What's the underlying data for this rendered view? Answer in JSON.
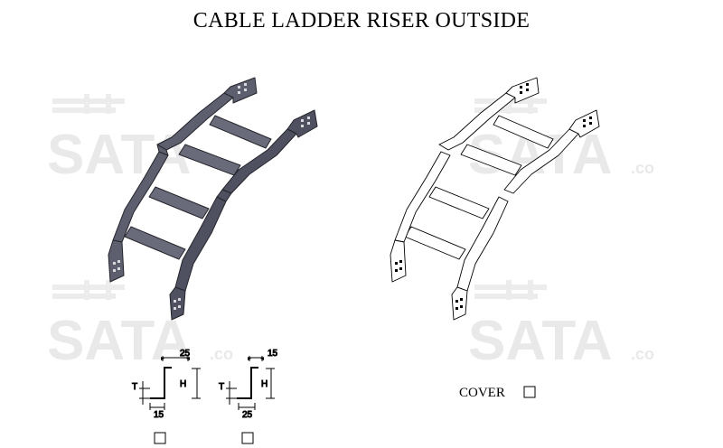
{
  "title": "CABLE LADDER RISER OUTSIDE",
  "watermark": {
    "text": "SATA",
    "suffix": ".co"
  },
  "profile_left": {
    "top_dim": "25",
    "bottom_dim": "15",
    "height_label": "H",
    "thickness_label": "T"
  },
  "profile_right": {
    "top_dim": "15",
    "bottom_dim": "25",
    "height_label": "H",
    "thickness_label": "T"
  },
  "cover_label": "COVER",
  "colors": {
    "dark_fill": "#5d5e6e",
    "dark_edge": "#24242c",
    "light_fill": "#ffffff",
    "line": "#000000",
    "watermark": "#e9e9e9"
  }
}
